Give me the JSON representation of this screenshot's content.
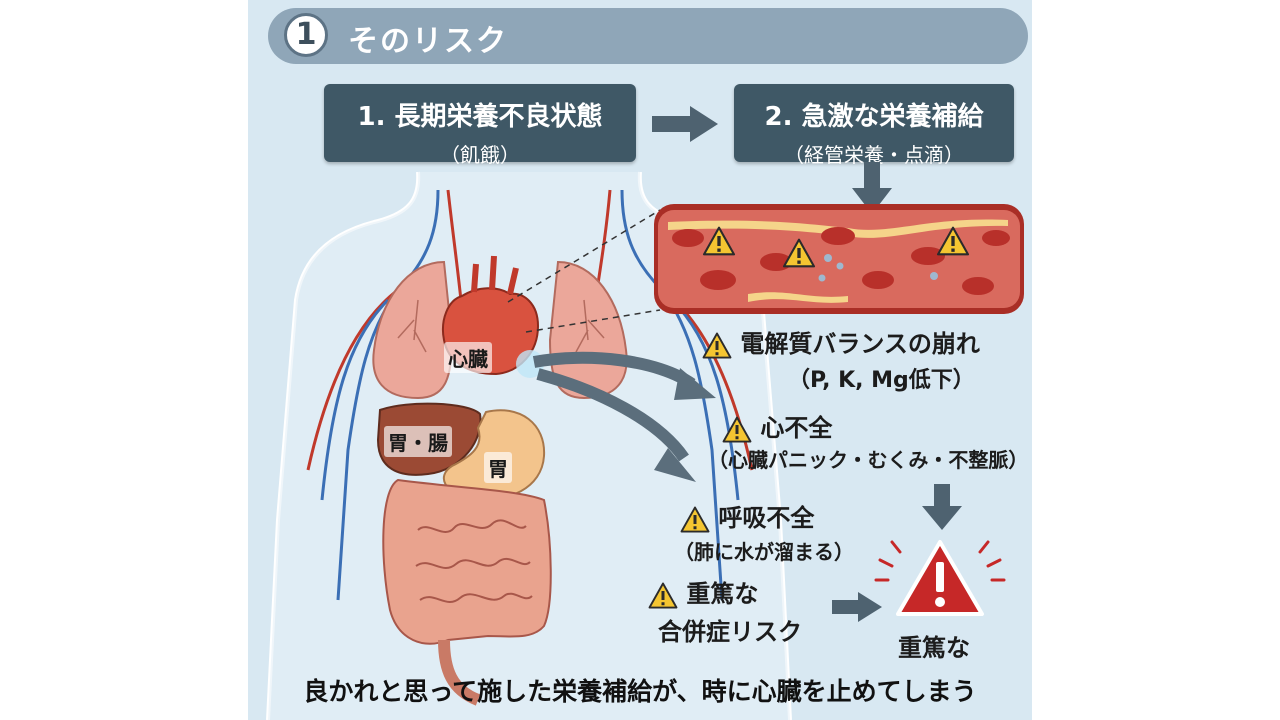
{
  "header": {
    "number": "1",
    "title": "そのリスク"
  },
  "steps": [
    {
      "label": "1. 長期栄養不良状態",
      "sublabel": "（飢餓）"
    },
    {
      "label": "2. 急激な栄養補給",
      "sublabel": "（経管栄養・点滴）"
    }
  ],
  "organs": {
    "heart": "心臓",
    "liver": "胃・腸",
    "stomach": "胃"
  },
  "risks": {
    "electrolyte": {
      "label": "電解質バランスの崩れ",
      "detail": "（P, K, Mg低下）"
    },
    "heart_failure": {
      "label": "心不全",
      "detail": "（心臓パニック・むくみ・不整脈）"
    },
    "respiratory": {
      "label": "呼吸不全",
      "detail": "（肺に水が溜まる）"
    },
    "complication": {
      "line1": "重篤な",
      "line2": "合併症リスク"
    },
    "severe": "重篤な"
  },
  "caption": "良かれと思って施した栄養補給が、時に心臓を止めてしまう",
  "colors": {
    "background": "#d8e8f2",
    "box": "#3f5866",
    "arrow": "#5b6e7c",
    "warning": "#f4c531",
    "danger": "#c62828",
    "vessel": "#c0392b"
  }
}
